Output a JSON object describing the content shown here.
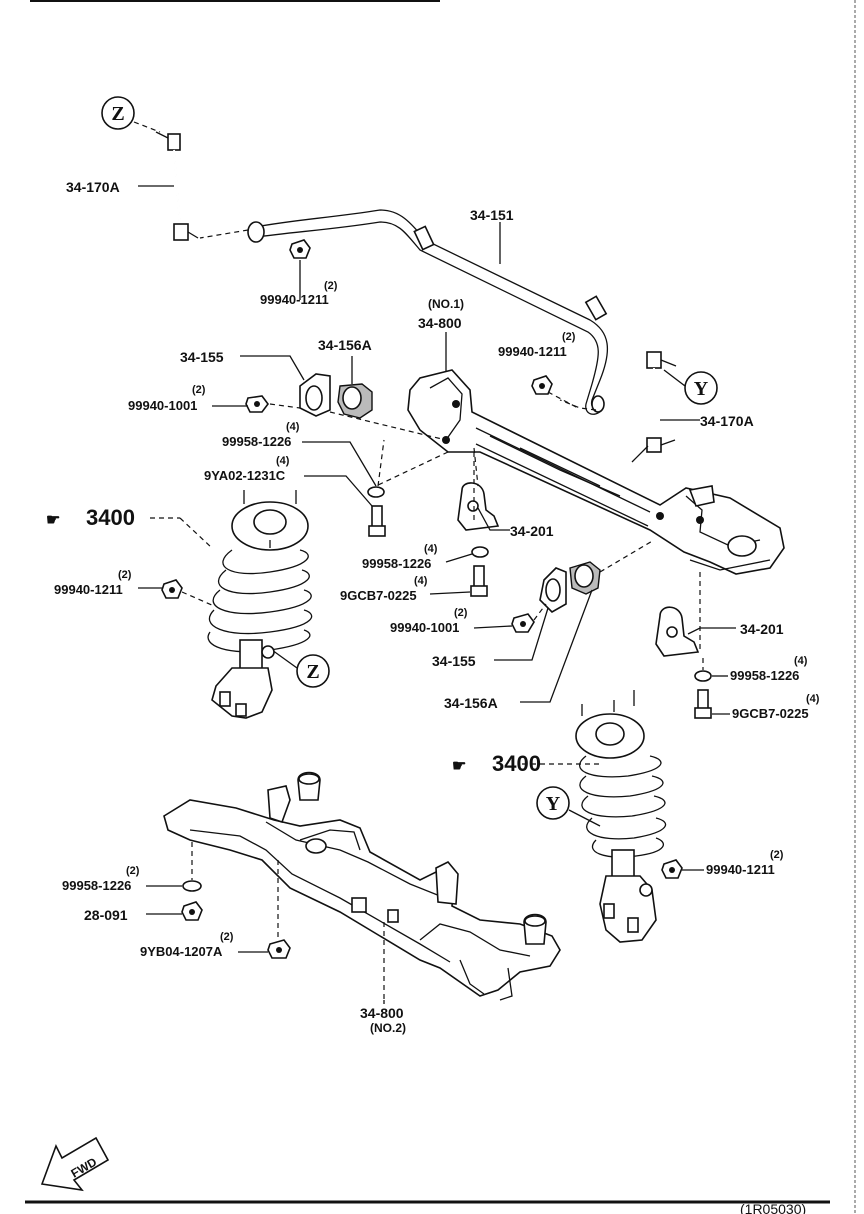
{
  "callouts": {
    "z_top": "Z",
    "z_mid": "Z",
    "y_right": "Y",
    "y_bottom": "Y"
  },
  "labels": {
    "l_34_170A_left": "34-170A",
    "l_34_151": "34-151",
    "l_99940_1211_top_qty": "(2)",
    "l_99940_1211_top": "99940-1211",
    "l_no1": "(NO.1)",
    "l_34_800_top": "34-800",
    "l_34_155_top": "34-155",
    "l_34_156A_top": "34-156A",
    "l_99940_1211_mid_qty": "(2)",
    "l_99940_1211_mid": "99940-1211",
    "l_34_170A_right": "34-170A",
    "l_99940_1001_top_qty": "(2)",
    "l_99940_1001_top": "99940-1001",
    "l_99958_1226_a_qty": "(4)",
    "l_99958_1226_a": "99958-1226",
    "l_9YA02_qty": "(4)",
    "l_9YA02": "9YA02-1231C",
    "l_3400_left": "3400",
    "l_34_201_mid": "34-201",
    "l_99940_1211_left_qty": "(2)",
    "l_99940_1211_left": "99940-1211",
    "l_99958_1226_b_qty": "(4)",
    "l_99958_1226_b": "99958-1226",
    "l_9GCB7_a_qty": "(4)",
    "l_9GCB7_a": "9GCB7-0225",
    "l_99940_1001_b_qty": "(2)",
    "l_99940_1001_b": "99940-1001",
    "l_34_155_mid": "34-155",
    "l_34_201_right": "34-201",
    "l_99958_1226_c_qty": "(4)",
    "l_99958_1226_c": "99958-1226",
    "l_9GCB7_b_qty": "(4)",
    "l_9GCB7_b": "9GCB7-0225",
    "l_34_156A_mid": "34-156A",
    "l_3400_right": "3400",
    "l_99940_1211_right_qty": "(2)",
    "l_99940_1211_right": "99940-1211",
    "l_99958_1226_d_qty": "(2)",
    "l_99958_1226_d": "99958-1226",
    "l_28_091": "28-091",
    "l_9YB04_qty": "(2)",
    "l_9YB04": "9YB04-1207A",
    "l_34_800_bottom": "34-800",
    "l_no2": "(NO.2)",
    "fwd": "FWD",
    "footer_code": "(1R05030)"
  }
}
